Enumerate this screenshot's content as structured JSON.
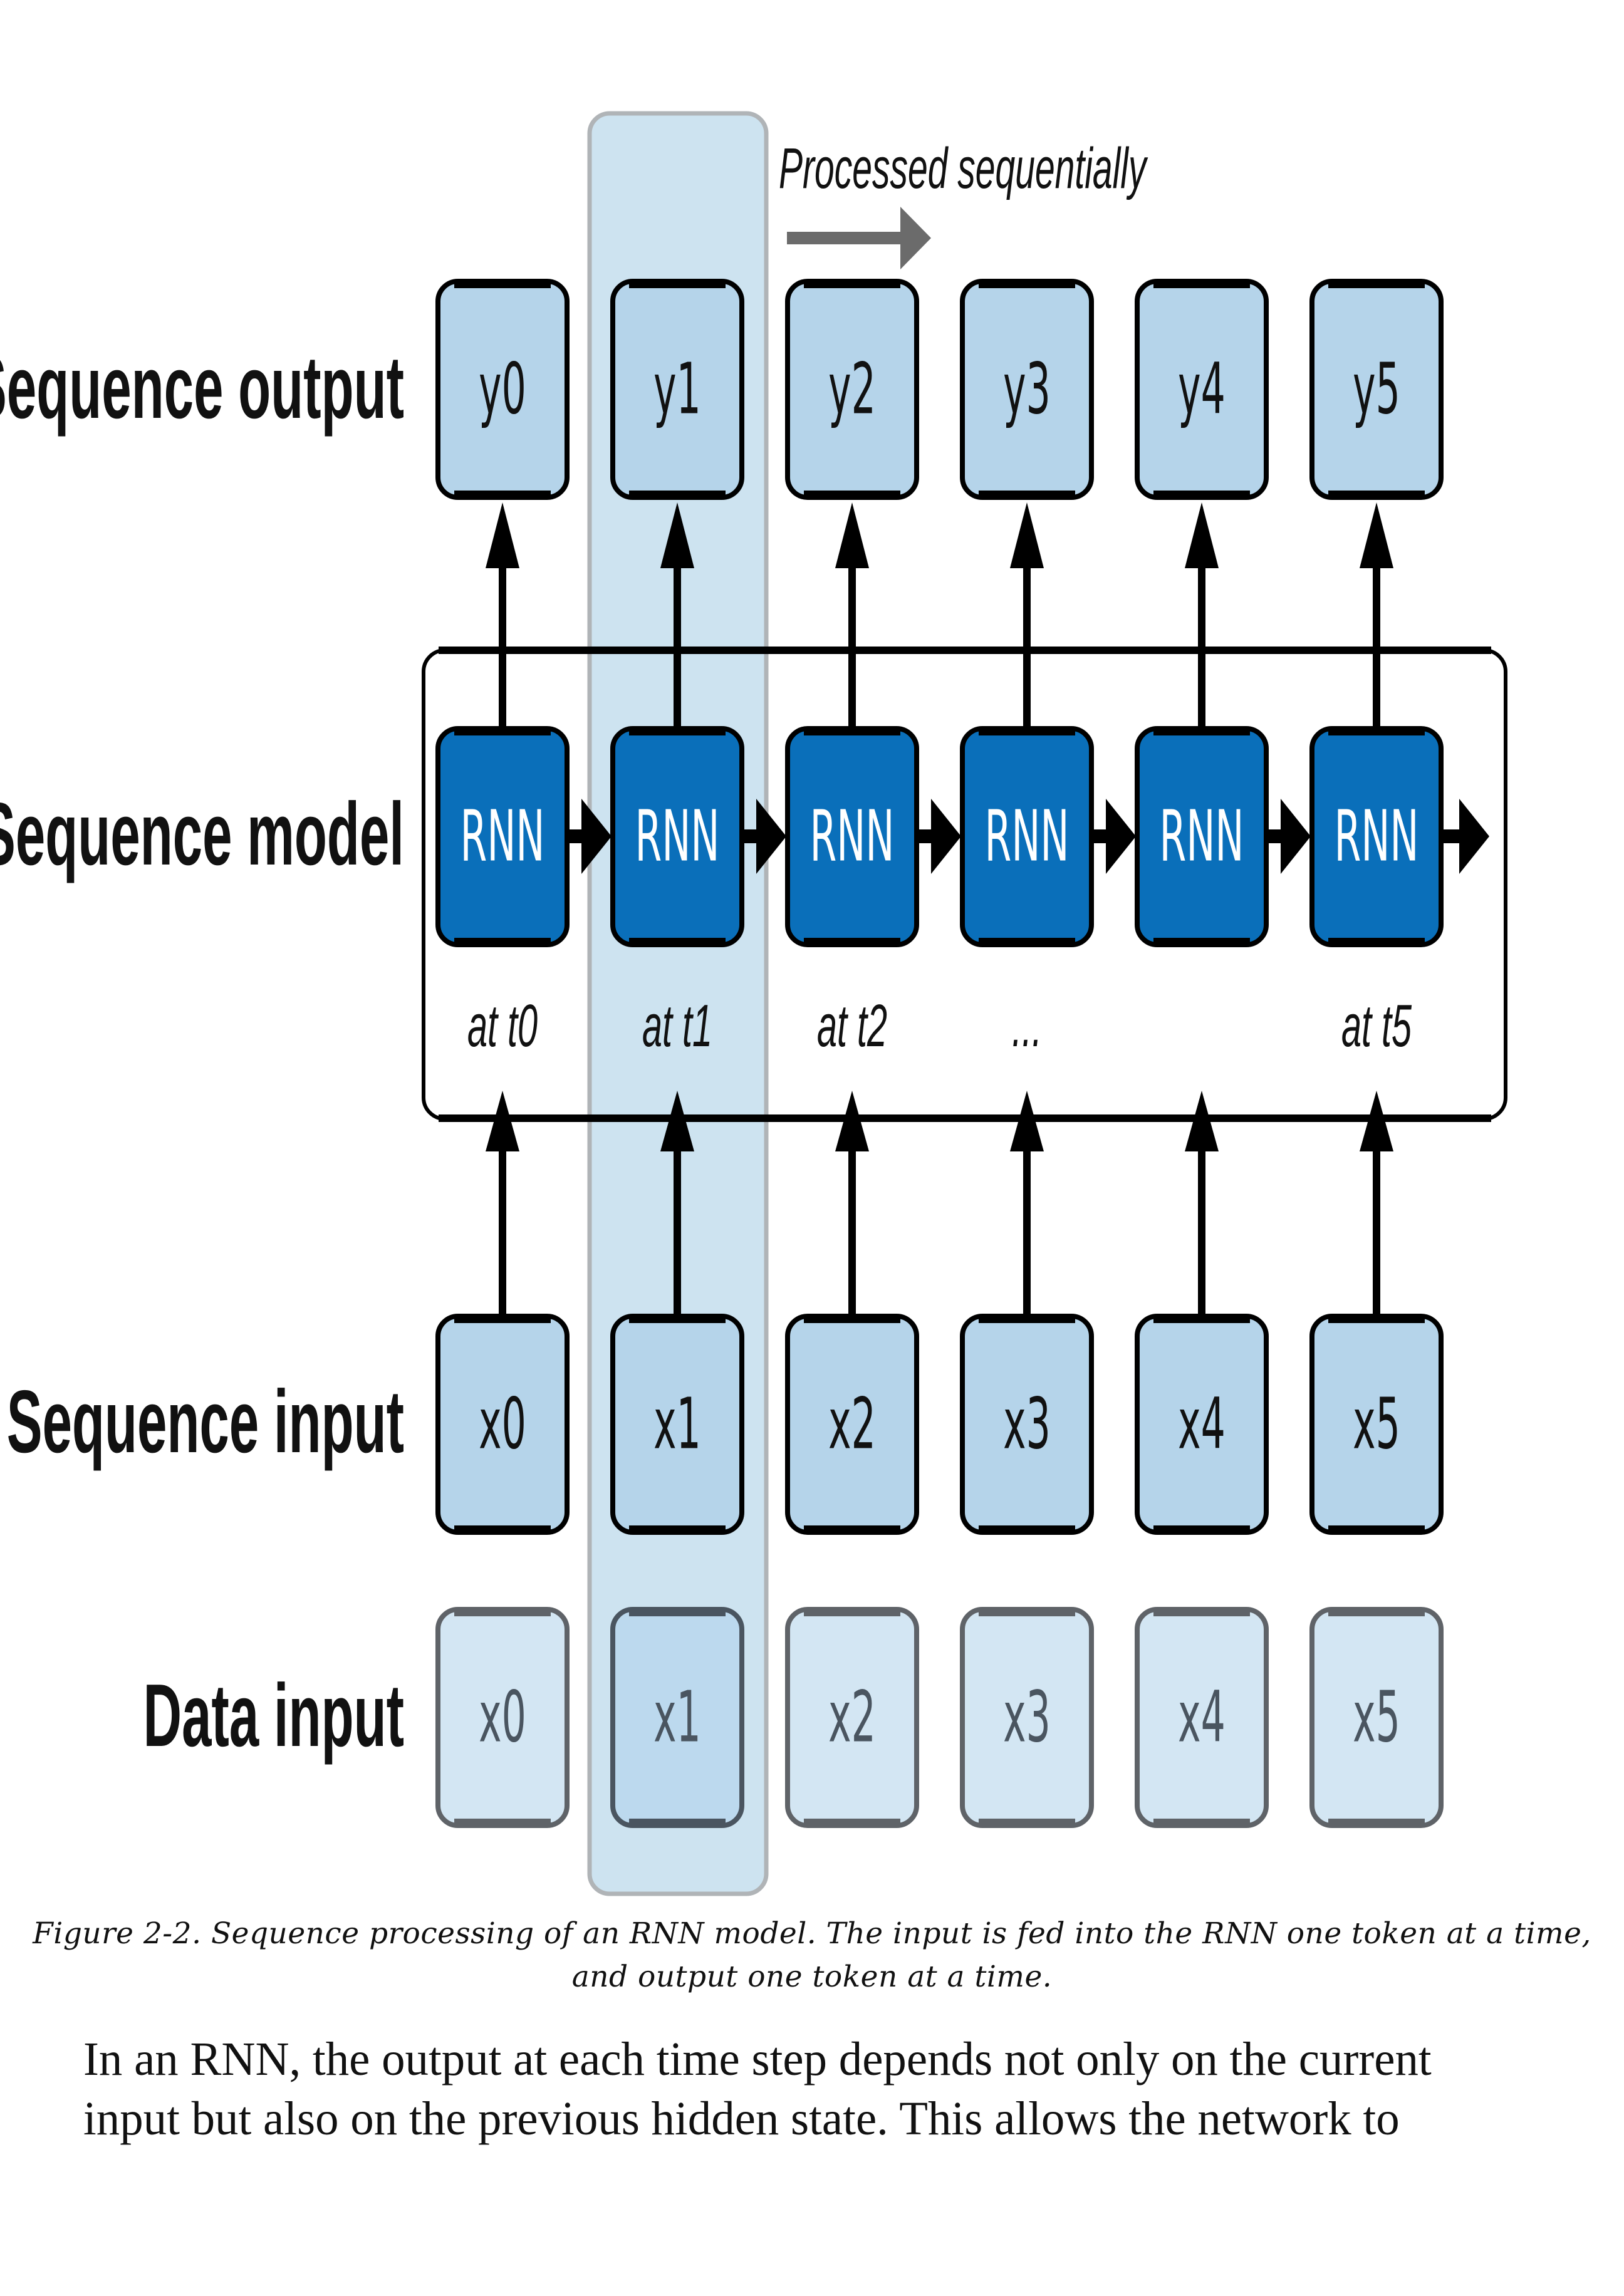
{
  "figure": {
    "annotation": "Processed sequentially",
    "rows": [
      {
        "key": "output",
        "label": "Sequence output",
        "cells": [
          "y0",
          "y1",
          "y2",
          "y3",
          "y4",
          "y5"
        ]
      },
      {
        "key": "model",
        "label": "Sequence model",
        "cells": [
          "RNN",
          "RNN",
          "RNN",
          "RNN",
          "RNN",
          "RNN"
        ]
      },
      {
        "key": "input",
        "label": "Sequence input",
        "cells": [
          "x0",
          "x1",
          "x2",
          "x3",
          "x4",
          "x5"
        ]
      },
      {
        "key": "data",
        "label": "Data input",
        "cells": [
          "x0",
          "x1",
          "x2",
          "x3",
          "x4",
          "x5"
        ]
      }
    ],
    "time_labels": [
      "at t0",
      "at t1",
      "at t2",
      "...",
      "",
      "at t5"
    ],
    "highlighted_step": 1,
    "colors": {
      "light_box": "#b5d4ea",
      "rnn_box": "#0a6fba",
      "data_box": "#d3e6f3",
      "data_box_highlight": "#bcd9ee",
      "highlight_column": "#cde3f0",
      "highlight_border": "#b0b4b7",
      "arrow_gray": "#6b6b6b",
      "data_border": "#5f6368"
    }
  },
  "caption": {
    "line1": "Figure 2-2. Sequence processing of an RNN model. The input is fed into the RNN one token at a time,",
    "line2": "and output one token at a time."
  },
  "body": {
    "line1": "In an RNN, the output at each time step depends not only on the current",
    "line2": "input but also on the previous hidden state. This allows the network to"
  }
}
